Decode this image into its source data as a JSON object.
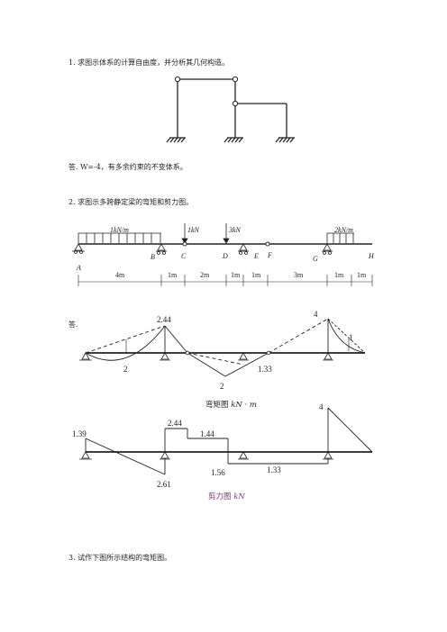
{
  "q1": {
    "question": "1.  求图示体系的计算自由度，并分析其几何构造。",
    "answer": "答. W=-4，有多余约束的不变体系。"
  },
  "q2": {
    "question": "2.  求图示多跨静定梁的弯矩和剪力图。",
    "beam": {
      "point_labels": [
        "A",
        "B",
        "C",
        "D",
        "E",
        "F",
        "G",
        "H"
      ],
      "loads": [
        "1kN/m",
        "1kN",
        "3kN",
        "2kN/m"
      ],
      "dimensions": [
        "4m",
        "1m",
        "2m",
        "1m",
        "1m",
        "3m",
        "1m",
        "1m"
      ]
    },
    "answer_label": "答.",
    "moment": {
      "values": [
        "2.44",
        "2",
        "2",
        "1.33",
        "4",
        "1"
      ],
      "caption_zh": "弯矩图",
      "caption_unit": "kN · m"
    },
    "shear": {
      "values": [
        "4",
        "2.44",
        "1.44",
        "1.39",
        "1.56",
        "1.33",
        "2.61"
      ],
      "caption_zh": "剪力图",
      "caption_unit": "kN"
    }
  },
  "q3": {
    "question": "3.  试作下图所示结构的弯矩图。"
  }
}
